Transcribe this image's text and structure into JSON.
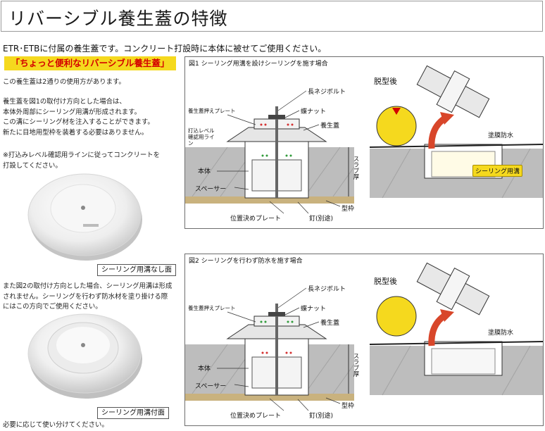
{
  "header": {
    "title": "リバーシブル養生蓋の特徴"
  },
  "intro": "ETR･ETBに付属の養生蓋です。コンクリート打設時に本体に被せてご使用ください。",
  "lead": "「ちょっと便利なリバーシブル養生蓋」",
  "left": {
    "p1": "この養生蓋は2通りの使用方があります。",
    "p2_lines": [
      "養生蓋を図1の取付け方向とした場合は、",
      "本体外周部にシーリング用溝が形成されます。",
      "この溝にシーリング材を注入することができます。",
      "新たに目地用型枠を装着する必要はありません。"
    ],
    "p3_lines": [
      "※打込みレベル確認用ラインに従ってコンクリートを",
      "打設してください。"
    ],
    "caption1": "シーリング用溝なし面",
    "p4_lines": [
      "また図2の取付け方向とした場合、シーリング用溝は形成",
      "されません。シーリングを行わず防水材を塗り掛ける際",
      "にはこの方向でご使用ください。"
    ],
    "caption2": "シーリング用溝付面",
    "footer": "必要に応じて使い分けてください。"
  },
  "figure1": {
    "title": "図1 シーリング用溝を設けシーリングを施す場合",
    "labels": {
      "bolt": "長ネジボルト",
      "plate": "養生蓋押えプレート",
      "nut": "蝶ナット",
      "cover": "養生蓋",
      "level": "打込レベル確認用ライン",
      "body": "本体",
      "spacer": "スペーサー",
      "slab": "スラブ厚",
      "form": "型枠",
      "posplate": "位置決めプレート",
      "nail": "釘(別途)",
      "removed": "脱型後",
      "coat": "塗膜防水",
      "groove": "シーリング用溝"
    }
  },
  "figure2": {
    "title": "図2 シーリングを行わず防水を施す場合",
    "labels": {
      "bolt": "長ネジボルト",
      "plate": "養生蓋押えプレート",
      "nut": "蝶ナット",
      "cover": "養生蓋",
      "body": "本体",
      "spacer": "スペーサー",
      "slab": "スラブ厚",
      "form": "型枠",
      "posplate": "位置決めプレート",
      "nail": "釘(別途)",
      "removed": "脱型後",
      "coat": "塗膜防水"
    }
  },
  "colors": {
    "lead_bg": "#f5d91e",
    "lead_text": "#d40000",
    "concrete": "#bdbdbd",
    "form_wood": "#c9b27e",
    "arrow": "#d8462a"
  }
}
